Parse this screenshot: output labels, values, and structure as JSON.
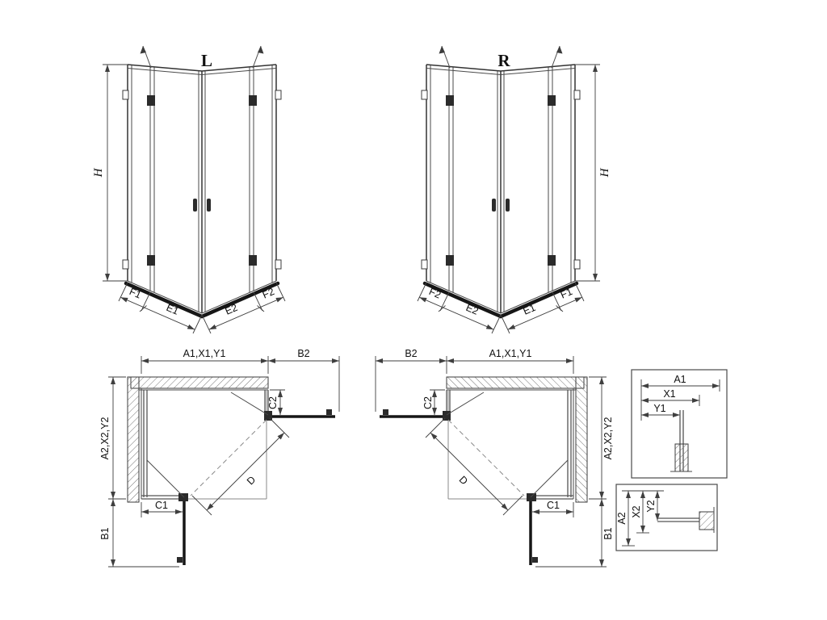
{
  "diagram": {
    "type": "technical-drawing",
    "subject": "Corner shower enclosure dimensional drawing, left (L) and right (R) versions, with plan views and profile details",
    "colors": {
      "line": "#3b3b3b",
      "dim": "#3f3f3f",
      "thick": "#161616",
      "background": "#ffffff"
    },
    "views": {
      "persp_left": {
        "title": "L",
        "h": "H",
        "f1": "F1",
        "e1": "E1",
        "e2": "E2",
        "f2": "F2"
      },
      "persp_right": {
        "title": "R",
        "h": "H",
        "f1": "F1",
        "e1": "E1",
        "e2": "E2",
        "f2": "F2"
      },
      "plan_left": {
        "a1": "A1,X1,Y1",
        "b2": "B2",
        "c2": "C2",
        "a2": "A2,X2,Y2",
        "c1": "C1",
        "b1": "B1",
        "d": "D"
      },
      "plan_right": {
        "a1": "A1,X1,Y1",
        "b2": "B2",
        "c2": "C2",
        "a2": "A2,X2,Y2",
        "c1": "C1",
        "b1": "B1",
        "d": "D"
      },
      "detail_top": {
        "a1": "A1",
        "x1": "X1",
        "y1": "Y1"
      },
      "detail_bottom": {
        "a2": "A2",
        "x2": "X2",
        "y2": "Y2"
      }
    }
  }
}
